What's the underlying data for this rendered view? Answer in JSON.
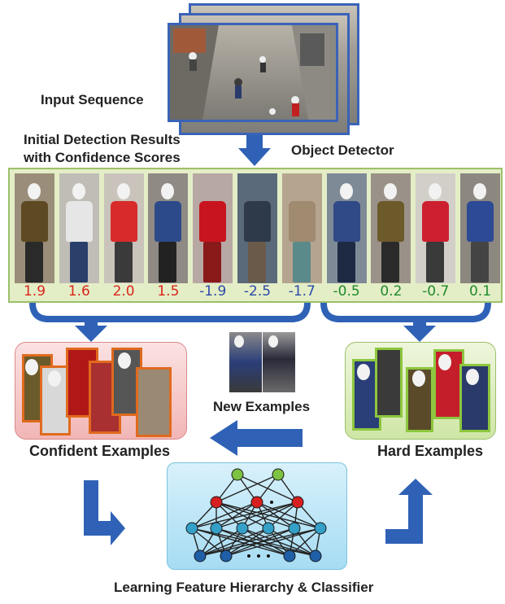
{
  "labels": {
    "input_sequence": "Input Sequence",
    "initial_results_1": "Initial Detection Results",
    "initial_results_2": "with Confidence Scores",
    "object_detector": "Object Detector",
    "new_examples": "New Examples",
    "confident_examples": "Confident Examples",
    "hard_examples": "Hard Examples",
    "learning": "Learning Feature Hierarchy & Classifier"
  },
  "detections": [
    {
      "score": "1.9",
      "group": "confident",
      "color": "#d9261c"
    },
    {
      "score": "1.6",
      "group": "confident",
      "color": "#d9261c"
    },
    {
      "score": "2.0",
      "group": "confident",
      "color": "#d9261c"
    },
    {
      "score": "1.5",
      "group": "confident",
      "color": "#d9261c"
    },
    {
      "score": "-1.9",
      "group": "confident",
      "color": "#2d4aa8"
    },
    {
      "score": "-2.5",
      "group": "confident",
      "color": "#2d4aa8"
    },
    {
      "score": "-1.7",
      "group": "confident",
      "color": "#2d4aa8"
    },
    {
      "score": "-0.5",
      "group": "hard",
      "color": "#1f8a2e"
    },
    {
      "score": "0.2",
      "group": "hard",
      "color": "#1f8a2e"
    },
    {
      "score": "-0.7",
      "group": "hard",
      "color": "#1f8a2e"
    },
    {
      "score": "0.1",
      "group": "hard",
      "color": "#1f8a2e"
    }
  ],
  "colors": {
    "arrow": "#2f62b6",
    "confident_frame": "#e06a1e",
    "hard_frame": "#8dc63f",
    "band_fill": "#e4eec6",
    "network_top": "#7dc242",
    "network_mid": "#d62020",
    "network_low": "#34a0c8",
    "network_bottom": "#1f5fa8"
  }
}
